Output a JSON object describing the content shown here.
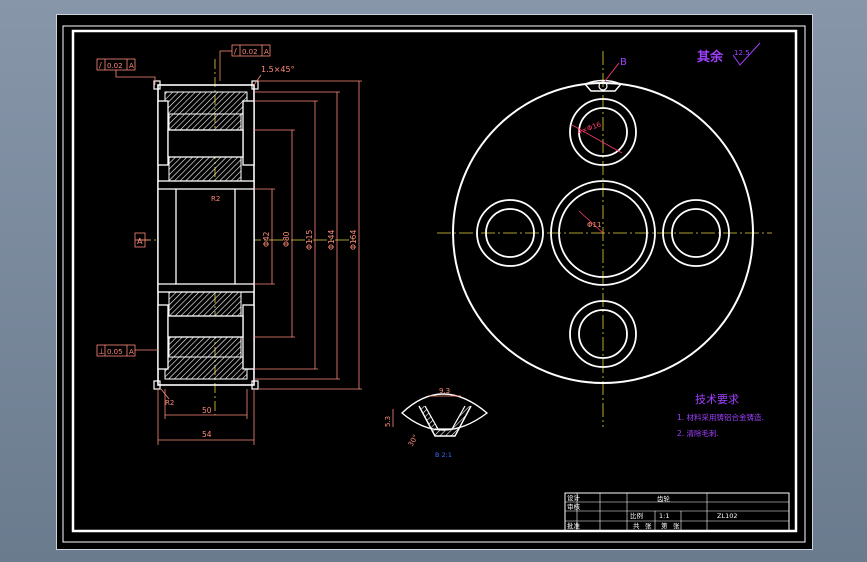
{
  "tolerances": {
    "runout_top_left": "0.02",
    "runout_top_left_datum": "A",
    "runout_top_mid": "0.02",
    "runout_top_mid_datum": "A",
    "perpendicular": "0.05",
    "perpendicular_datum": "A"
  },
  "dims": {
    "chamfer": "1.5×45°",
    "datum_symbol": "A",
    "width_inner": "50",
    "width_outer": "54",
    "d1": "Φ42",
    "d2": "Φ80",
    "d3": "Φ115",
    "d4": "Φ144",
    "d5": "Φ164",
    "small_fillet": "R2",
    "fillet_left": "R2",
    "view_marker": "B",
    "hole_dim": "4×Φ16",
    "center_dim": "Φ11",
    "detail_top": "9.3",
    "detail_left": "5.3",
    "detail_angle": "30°",
    "detail_label": "B 2:1"
  },
  "surface": {
    "label": "其余",
    "roughness": "12.5"
  },
  "tech_requirements": {
    "heading": "技术要求",
    "item1": "1. 材料采用铸铝合金铸造.",
    "item2": "2. 清除毛刺."
  },
  "title_block": {
    "part_name": "齿轮",
    "scale": "1:1",
    "material": "ZL102",
    "label_designer": "设计",
    "label_checker": "审核",
    "label_approver": "批准",
    "label_sheet_a": "共",
    "label_sheet_b": "张",
    "label_sheet_c": "第",
    "label_sheet_d": "张",
    "label_scale": "比例"
  },
  "colors": {
    "background": "#000000",
    "outline": "#ffffff",
    "dimension": "#ff8a7a",
    "centerline": "#e8d43a",
    "hatch": "#ffffff",
    "annotation": "#a040ff",
    "leader": "#ff3b6b"
  }
}
